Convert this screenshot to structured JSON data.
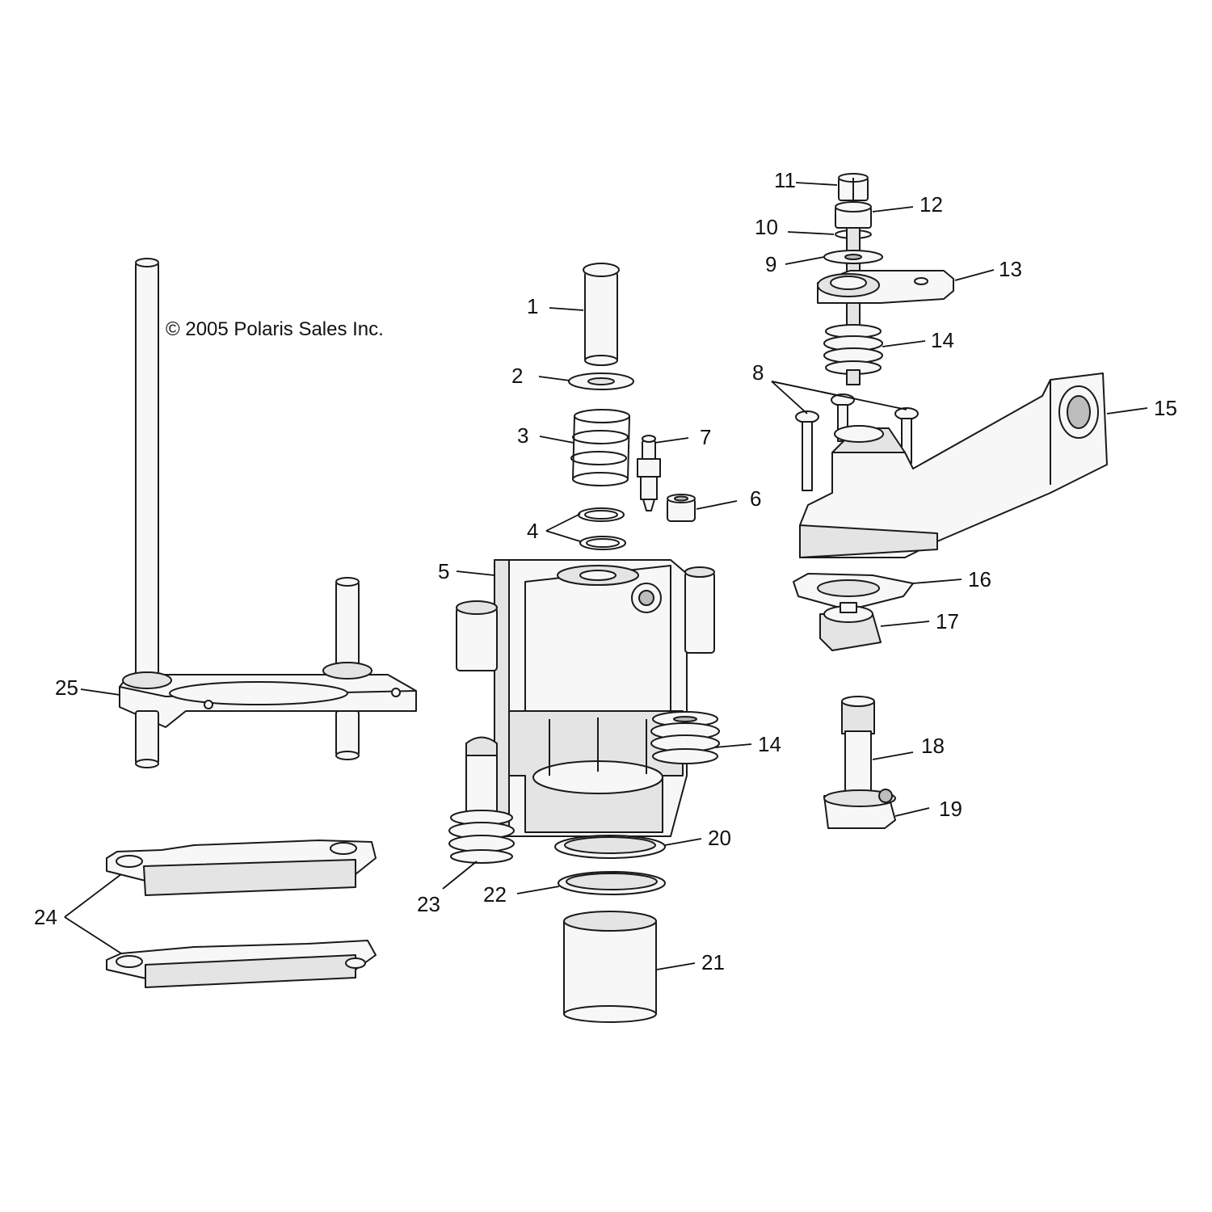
{
  "copyright": "© 2005 Polaris Sales Inc.",
  "callouts": {
    "c1": "1",
    "c2": "2",
    "c3": "3",
    "c4": "4",
    "c5": "5",
    "c6": "6",
    "c7": "7",
    "c8": "8",
    "c9": "9",
    "c10": "10",
    "c11": "11",
    "c12": "12",
    "c13": "13",
    "c14a": "14",
    "c14b": "14",
    "c15": "15",
    "c16": "16",
    "c17": "17",
    "c18": "18",
    "c19": "19",
    "c20": "20",
    "c21": "21",
    "c22": "22",
    "c23": "23",
    "c24": "24",
    "c25": "25"
  }
}
